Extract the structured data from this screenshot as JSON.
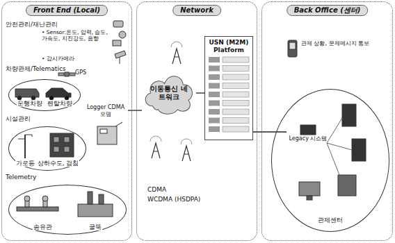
{
  "diagram": {
    "nodes": [
      {
        "text": [
          "Front End (Local)"
        ]
      },
      {
        "text": [
          "운행차량",
          "렌탈차량"
        ],
        "in": 0
      },
      {
        "text": [
          "가로등",
          "상하수도, 검침"
        ],
        "in": 0
      },
      {
        "text": [
          "송유관",
          "굴뚝"
        ],
        "in": 0
      },
      {
        "text": [
          "Logger CDMA 모뎀"
        ],
        "in": 0
      },
      {
        "text": [
          "Network"
        ]
      },
      {
        "text": [
          "이동통신 네트워크"
        ],
        "in": 5
      },
      {
        "text": [
          "USN (M2M) Platform"
        ],
        "in": 5
      },
      {
        "text": [
          "Back Office (센터)"
        ]
      },
      {
        "text": [
          "관제 상황, 문제메시지 통보"
        ],
        "in": 8
      },
      {
        "text": [
          "관제센터"
        ],
        "in": 8
      },
      {
        "text": [
          "Legacy 시스템"
        ],
        "in": 10
      }
    ],
    "edges": [
      {
        "from": 4,
        "to": 6,
        "arrow": "none"
      },
      {
        "from": 6,
        "to": 7,
        "arrow": "none"
      },
      {
        "from": 7,
        "to": 11,
        "arrow": "none"
      }
    ],
    "labels": [
      "안전관리/재난관리",
      "• Sensor:온도, 압력, 습도, 가속도, 지진강도, 음향",
      "• 감시카메라",
      "차량관제/Telematics",
      "GPS",
      "시설관리",
      "Telemetry",
      "CDMA",
      "WCDMA (HSDPA)"
    ]
  }
}
